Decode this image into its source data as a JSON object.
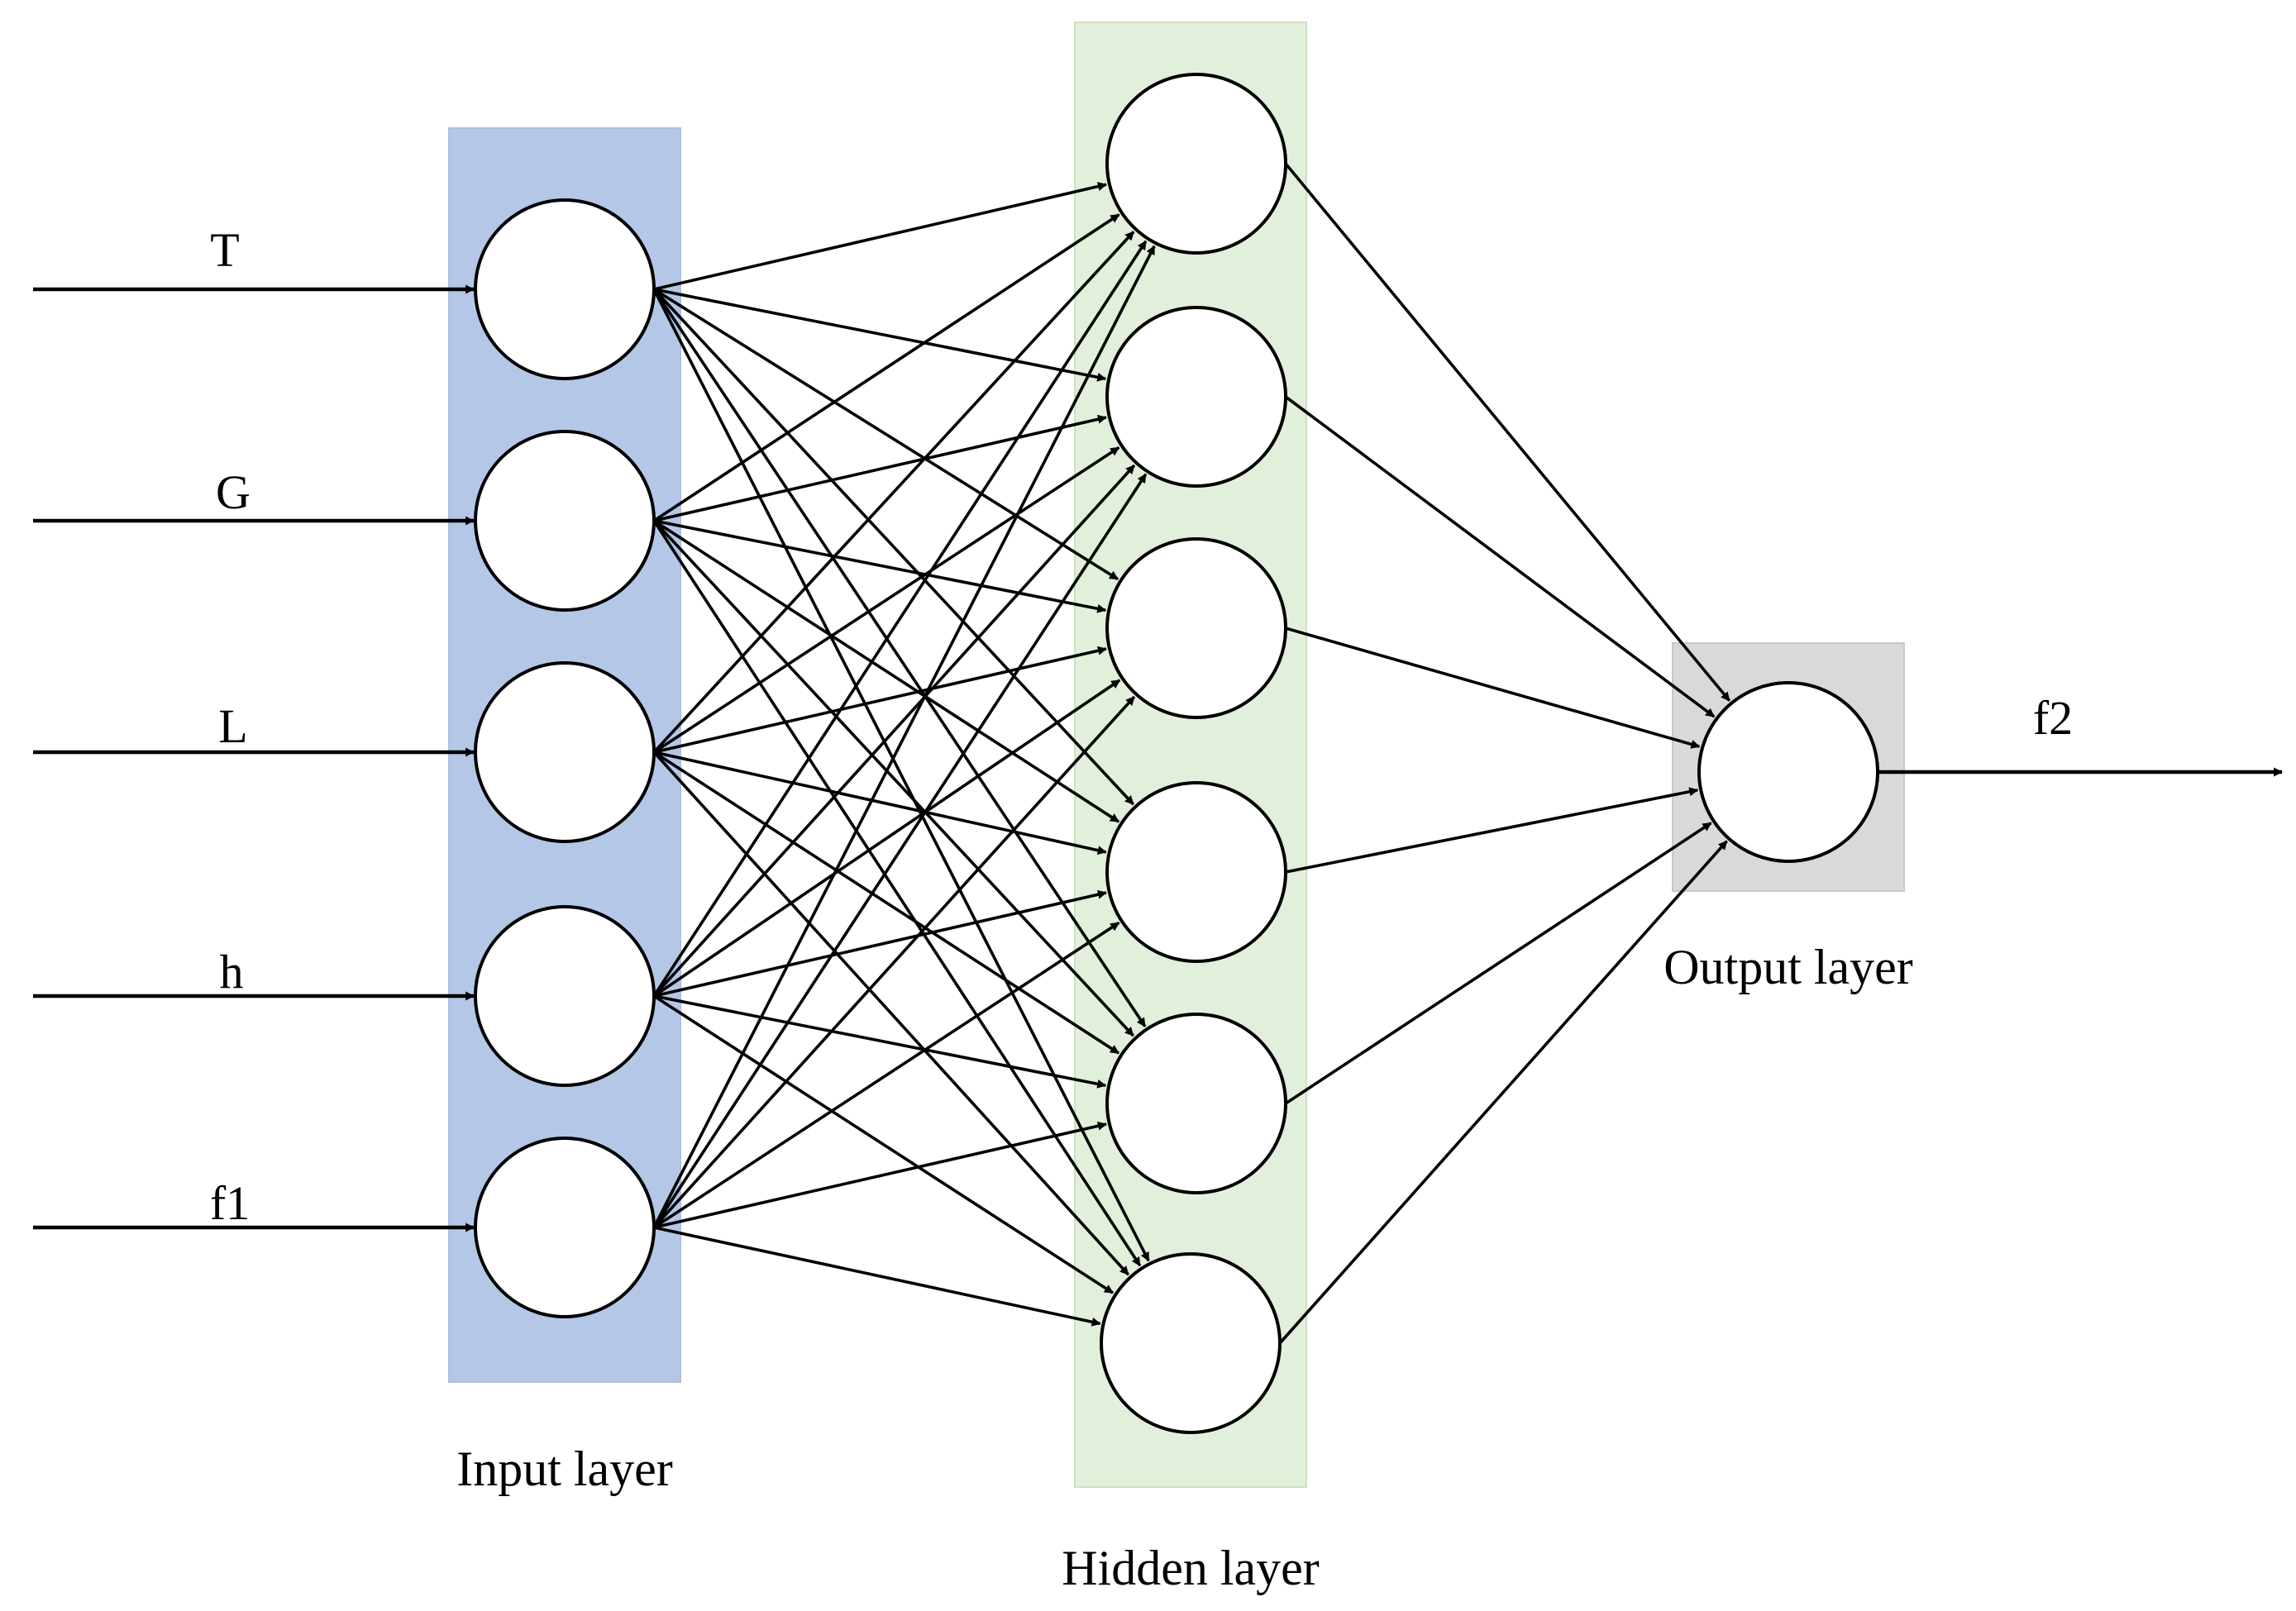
{
  "diagram": {
    "inputs": [
      "T",
      "G",
      "L",
      "h",
      "f1"
    ],
    "output": "f2",
    "hidden_node_count": 6,
    "output_node_count": 1,
    "layers": {
      "input": "Input layer",
      "hidden": "Hidden layer",
      "output": "Output layer"
    },
    "colors": {
      "input_layer": "#b4c7e7",
      "hidden_layer": "#e2efda",
      "output_layer": "#d9d9d9",
      "stroke": "#000000",
      "node_fill": "#ffffff"
    }
  }
}
